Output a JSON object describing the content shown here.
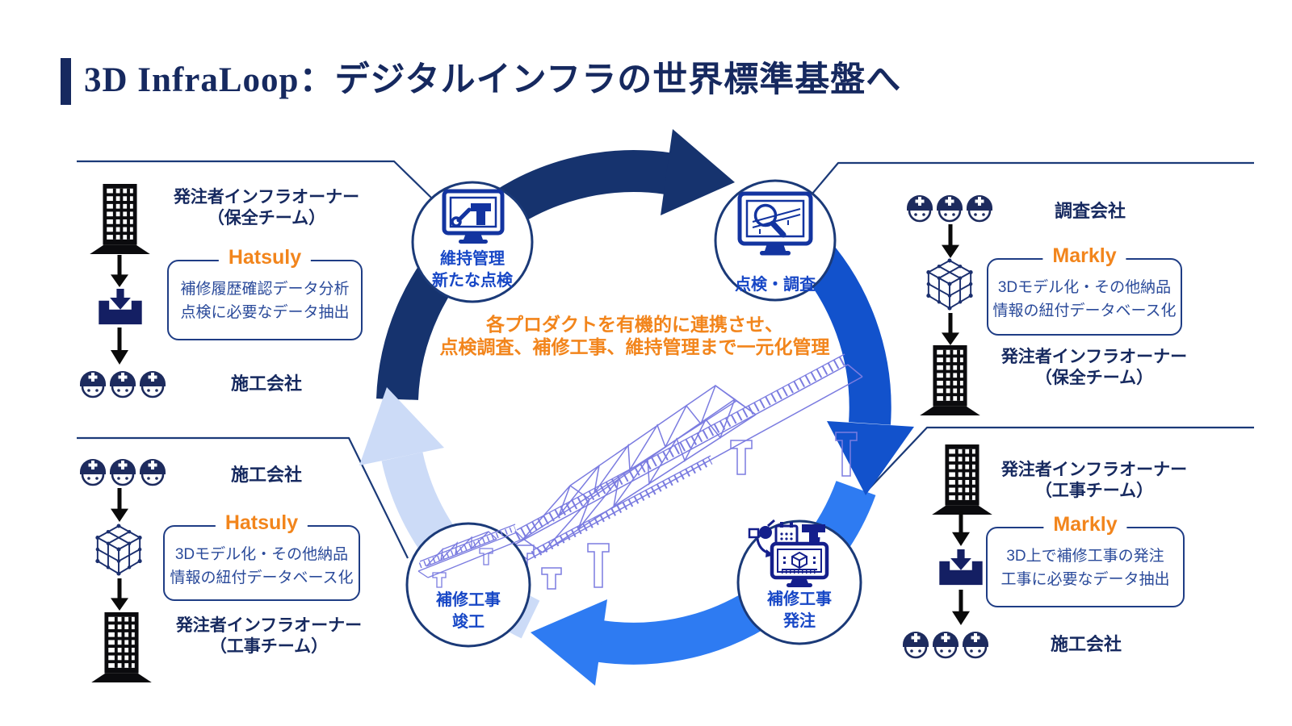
{
  "title": "3D InfraLoop：デジタルインフラの世界標準基盤へ",
  "center_message": {
    "line1": "各プロダクトを有機的に連携させ、",
    "line2": "点検調査、補修工事、維持管理まで一元化管理"
  },
  "cycle": {
    "nodes": [
      {
        "id": "maintenance",
        "icon": "monitor-wrench-icon",
        "line1": "維持管理",
        "line2": "新たな点検"
      },
      {
        "id": "inspection",
        "icon": "monitor-magnifier-icon",
        "line1": "点検・調査"
      },
      {
        "id": "repair-order",
        "icon": "monitor-cube-icon",
        "line1": "補修工事",
        "line2": "発注"
      },
      {
        "id": "repair-completion",
        "icon": "bridge-icon",
        "line1": "補修工事",
        "line2": "竣工"
      }
    ]
  },
  "panels": {
    "top_left": {
      "actor_top": "発注者インフラオーナー",
      "actor_top_sub": "（保全チーム）",
      "product": "Hatsuly",
      "box_line1": "補修履歴確認データ分析",
      "box_line2": "点検に必要なデータ抽出",
      "actor_bottom": "施工会社",
      "icons": [
        "building-icon",
        "download-tray-icon",
        "workers-icon"
      ]
    },
    "top_right": {
      "actor_top": "調査会社",
      "product": "Markly",
      "box_line1": "3Dモデル化・その他納品",
      "box_line2": "情報の紐付データベース化",
      "actor_bottom": "発注者インフラオーナー",
      "actor_bottom_sub": "（保全チーム）",
      "icons": [
        "workers-icon",
        "cube-icon",
        "building-icon"
      ]
    },
    "bottom_left": {
      "actor_top": "施工会社",
      "product": "Hatsuly",
      "box_line1": "3Dモデル化・その他納品",
      "box_line2": "情報の紐付データベース化",
      "actor_bottom": "発注者インフラオーナー",
      "actor_bottom_sub": "（工事チーム）",
      "icons": [
        "workers-icon",
        "cube-icon",
        "building-icon"
      ]
    },
    "bottom_right": {
      "actor_top": "発注者インフラオーナー",
      "actor_top_sub": "（工事チーム）",
      "product": "Markly",
      "box_line1": "3D上で補修工事の発注",
      "box_line2": "工事に必要なデータ抽出",
      "actor_bottom": "施工会社",
      "icons": [
        "building-icon",
        "download-tray-icon",
        "workers-icon"
      ]
    }
  },
  "colors": {
    "navy_dark": "#16295F",
    "arc_dark": "#16336E",
    "arc_royal": "#1252CC",
    "arc_bright": "#2E7BF2",
    "arc_pale": "#CCDBF7",
    "node_label_blue": "#1747C6",
    "orange": "#F2851C",
    "box_border": "#1F3D85",
    "icon_navy": "#141F63",
    "bridge_line": "#7B7CE0"
  }
}
